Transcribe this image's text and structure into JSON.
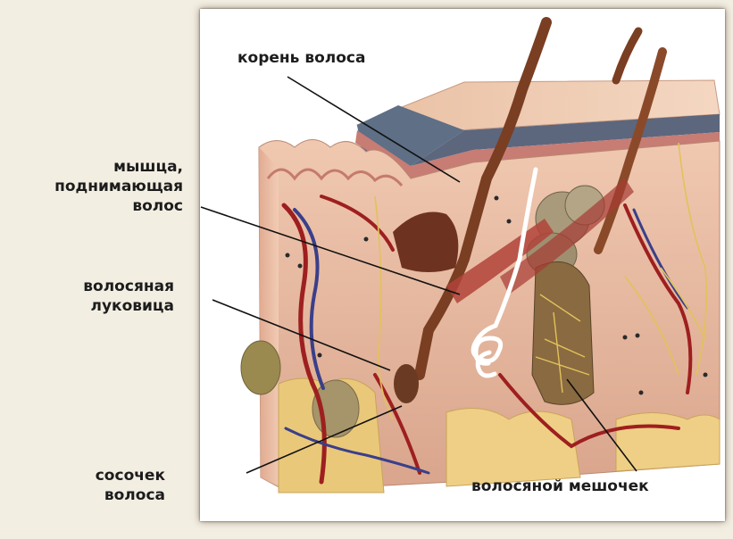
{
  "labels": {
    "hair_root": "корень волоса",
    "arrector_muscle": "мышца,\nподнимающая\nволос",
    "hair_bulb": "волосяная\nлуковица",
    "hair_papilla": "сосочек\nволоса",
    "hair_follicle": "волосяной мешочек"
  },
  "colors": {
    "background": "#f3eee2",
    "panel": "#ffffff",
    "dermis": "#e6b8a2",
    "epidermis": "#5e6f86",
    "hair": "#8a4a2a",
    "artery": "#9e1f1f",
    "vein": "#3a3f8a",
    "nerve": "#e2c25a",
    "fat": "#e9c87a",
    "gland": "#9a8a6a"
  },
  "icons": [
    "skin-cross-section-illustration"
  ]
}
